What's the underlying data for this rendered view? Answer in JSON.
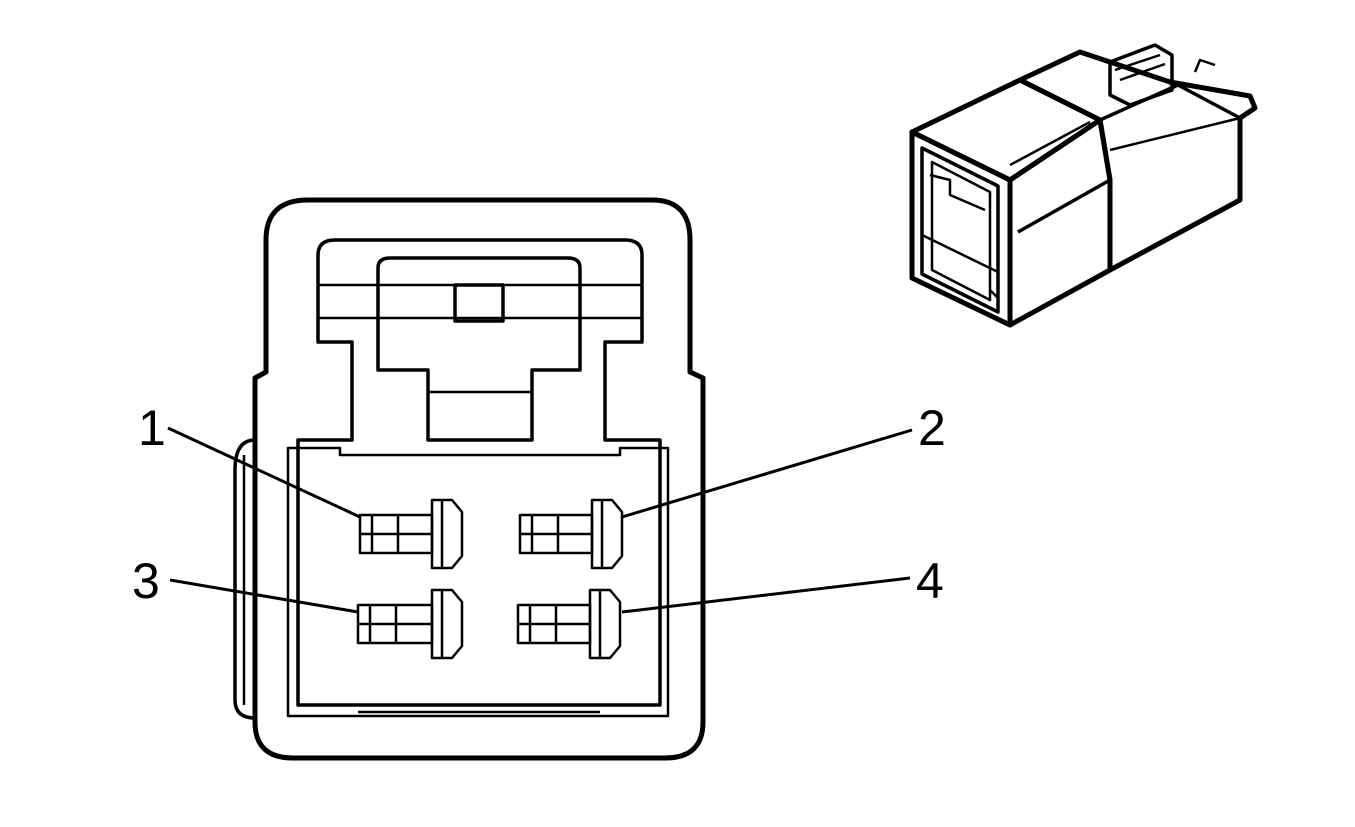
{
  "diagram": {
    "background": "#ffffff",
    "line_color": "#000000",
    "terminals": [
      {
        "id": "1",
        "label": "1"
      },
      {
        "id": "2",
        "label": "2"
      },
      {
        "id": "3",
        "label": "3"
      },
      {
        "id": "4",
        "label": "4"
      }
    ],
    "views": [
      "connector-face-view",
      "connector-isometric-view"
    ]
  }
}
